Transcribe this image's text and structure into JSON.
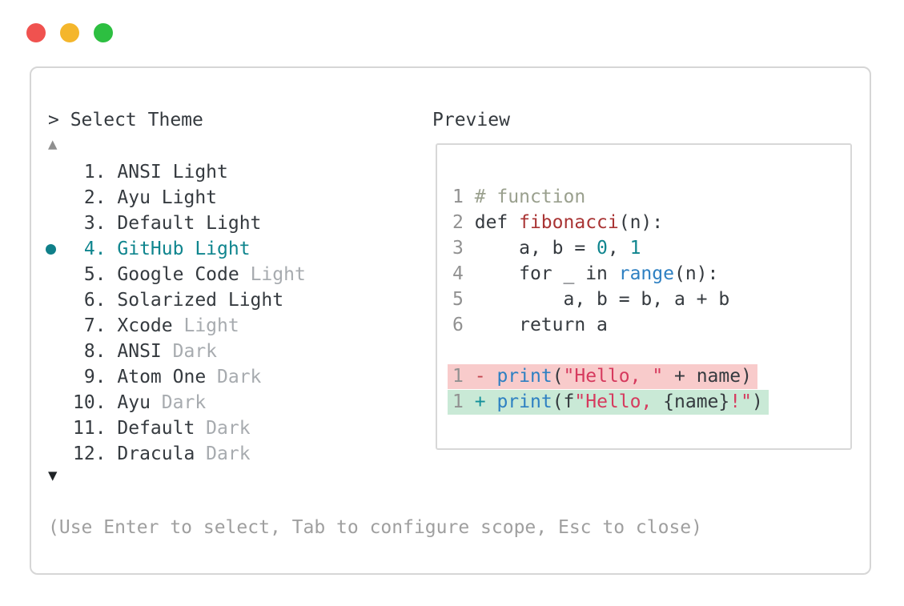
{
  "window": {
    "traffic_lights": [
      {
        "name": "close",
        "color": "#f0524f"
      },
      {
        "name": "minimize",
        "color": "#f4b62c"
      },
      {
        "name": "maximize",
        "color": "#2dbf41"
      }
    ]
  },
  "panel": {
    "title": "> Select Theme",
    "scroll_up_indicator": "▲",
    "scroll_down_indicator": "▼",
    "footer_hint": "(Use Enter to select, Tab to configure scope, Esc to close)",
    "accent_teal": "#0f858e",
    "theme_list": {
      "selected_number": "4.",
      "items": [
        {
          "number": "1.",
          "main": "ANSI Light",
          "dim": "",
          "selected": false
        },
        {
          "number": "2.",
          "main": "Ayu Light",
          "dim": "",
          "selected": false
        },
        {
          "number": "3.",
          "main": "Default Light",
          "dim": "",
          "selected": false
        },
        {
          "number": "4.",
          "main": "GitHub Light",
          "dim": "",
          "selected": true
        },
        {
          "number": "5.",
          "main": "Google Code",
          "dim": " Light",
          "selected": false
        },
        {
          "number": "6.",
          "main": "Solarized Light",
          "dim": "",
          "selected": false
        },
        {
          "number": "7.",
          "main": "Xcode",
          "dim": " Light",
          "selected": false
        },
        {
          "number": "8.",
          "main": "ANSI",
          "dim": " Dark",
          "selected": false
        },
        {
          "number": "9.",
          "main": "Atom One",
          "dim": " Dark",
          "selected": false
        },
        {
          "number": "10.",
          "main": "Ayu",
          "dim": " Dark",
          "selected": false
        },
        {
          "number": "11.",
          "main": "Default",
          "dim": " Dark",
          "selected": false
        },
        {
          "number": "12.",
          "main": "Dracula",
          "dim": " Dark",
          "selected": false
        }
      ]
    },
    "preview": {
      "label": "Preview",
      "code_lines": [
        {
          "number": "1",
          "tokens": [
            {
              "t": "# function",
              "c": "comment"
            }
          ]
        },
        {
          "number": "2",
          "tokens": [
            {
              "t": "def ",
              "c": "text"
            },
            {
              "t": "fibonacci",
              "c": "func"
            },
            {
              "t": "(n):",
              "c": "text"
            }
          ]
        },
        {
          "number": "3",
          "tokens": [
            {
              "t": "    a, b = ",
              "c": "text"
            },
            {
              "t": "0",
              "c": "number"
            },
            {
              "t": ", ",
              "c": "text"
            },
            {
              "t": "1",
              "c": "number"
            }
          ]
        },
        {
          "number": "4",
          "tokens": [
            {
              "t": "    for _ in ",
              "c": "text"
            },
            {
              "t": "range",
              "c": "builtin"
            },
            {
              "t": "(n):",
              "c": "text"
            }
          ]
        },
        {
          "number": "5",
          "tokens": [
            {
              "t": "        a, b = b, a + b",
              "c": "text"
            }
          ]
        },
        {
          "number": "6",
          "tokens": [
            {
              "t": "    return a",
              "c": "text"
            }
          ]
        }
      ],
      "diff_lines": [
        {
          "number": "1",
          "sign": "-",
          "kind": "removed",
          "tokens": [
            {
              "t": "print",
              "c": "builtin"
            },
            {
              "t": "(",
              "c": "text"
            },
            {
              "t": "\"Hello, \"",
              "c": "string"
            },
            {
              "t": " + name)",
              "c": "text"
            }
          ]
        },
        {
          "number": "1",
          "sign": "+",
          "kind": "added",
          "tokens": [
            {
              "t": "print",
              "c": "builtin"
            },
            {
              "t": "(f",
              "c": "text"
            },
            {
              "t": "\"Hello, ",
              "c": "string"
            },
            {
              "t": "{name}",
              "c": "text"
            },
            {
              "t": "!\"",
              "c": "string"
            },
            {
              "t": ")",
              "c": "text"
            }
          ]
        }
      ]
    },
    "syntax_colors": {
      "text": "#353a3f",
      "comment": "#9aa08e",
      "function_name": "#a93434",
      "number": "#0f858e",
      "builtin": "#2e80c2",
      "string": "#d63a5e",
      "line_number": "#919191",
      "removed_bg": "#f8cbcb",
      "added_bg": "#c9e9d6",
      "removed_sign": "#c4454f",
      "added_sign": "#13909a"
    }
  }
}
